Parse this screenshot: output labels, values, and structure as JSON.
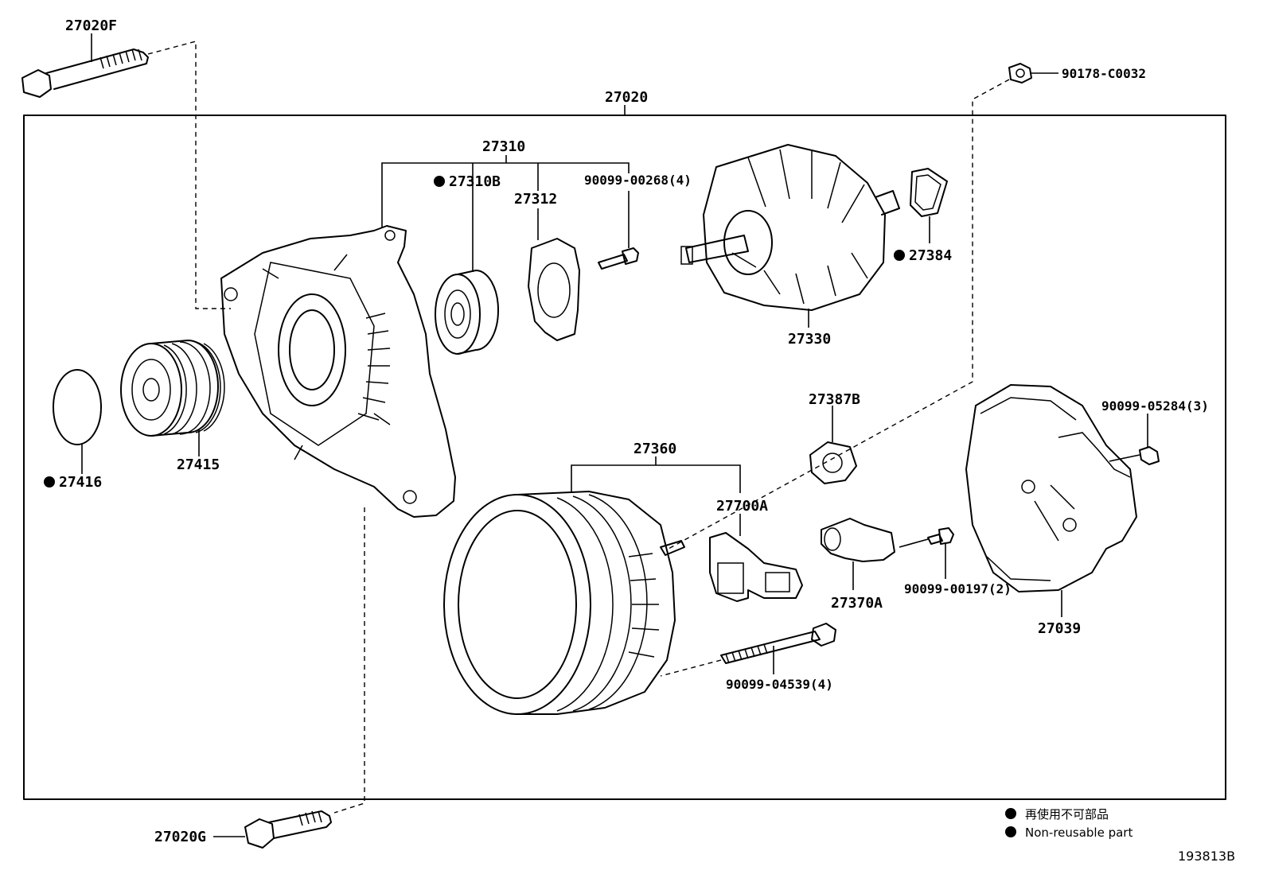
{
  "diagram_id": "193813B",
  "assembly": {
    "part_no": "27020"
  },
  "parts": {
    "p27020F": "27020F",
    "p27020G": "27020G",
    "p90178": "90178-C0032",
    "p27310": "27310",
    "p27310B": "27310B",
    "p27312": "27312",
    "p90099_00268": "90099-00268(4)",
    "p27384": "27384",
    "p27330": "27330",
    "p27416": "27416",
    "p27415": "27415",
    "p27387B": "27387B",
    "p27360": "27360",
    "p27700A": "27700A",
    "p27370A": "27370A",
    "p90099_00197": "90099-00197(2)",
    "p90099_05284": "90099-05284(3)",
    "p27039": "27039",
    "p90099_04539": "90099-04539(4)"
  },
  "legend": {
    "japanese": "再使用不可部品",
    "english": "Non-reusable part"
  }
}
